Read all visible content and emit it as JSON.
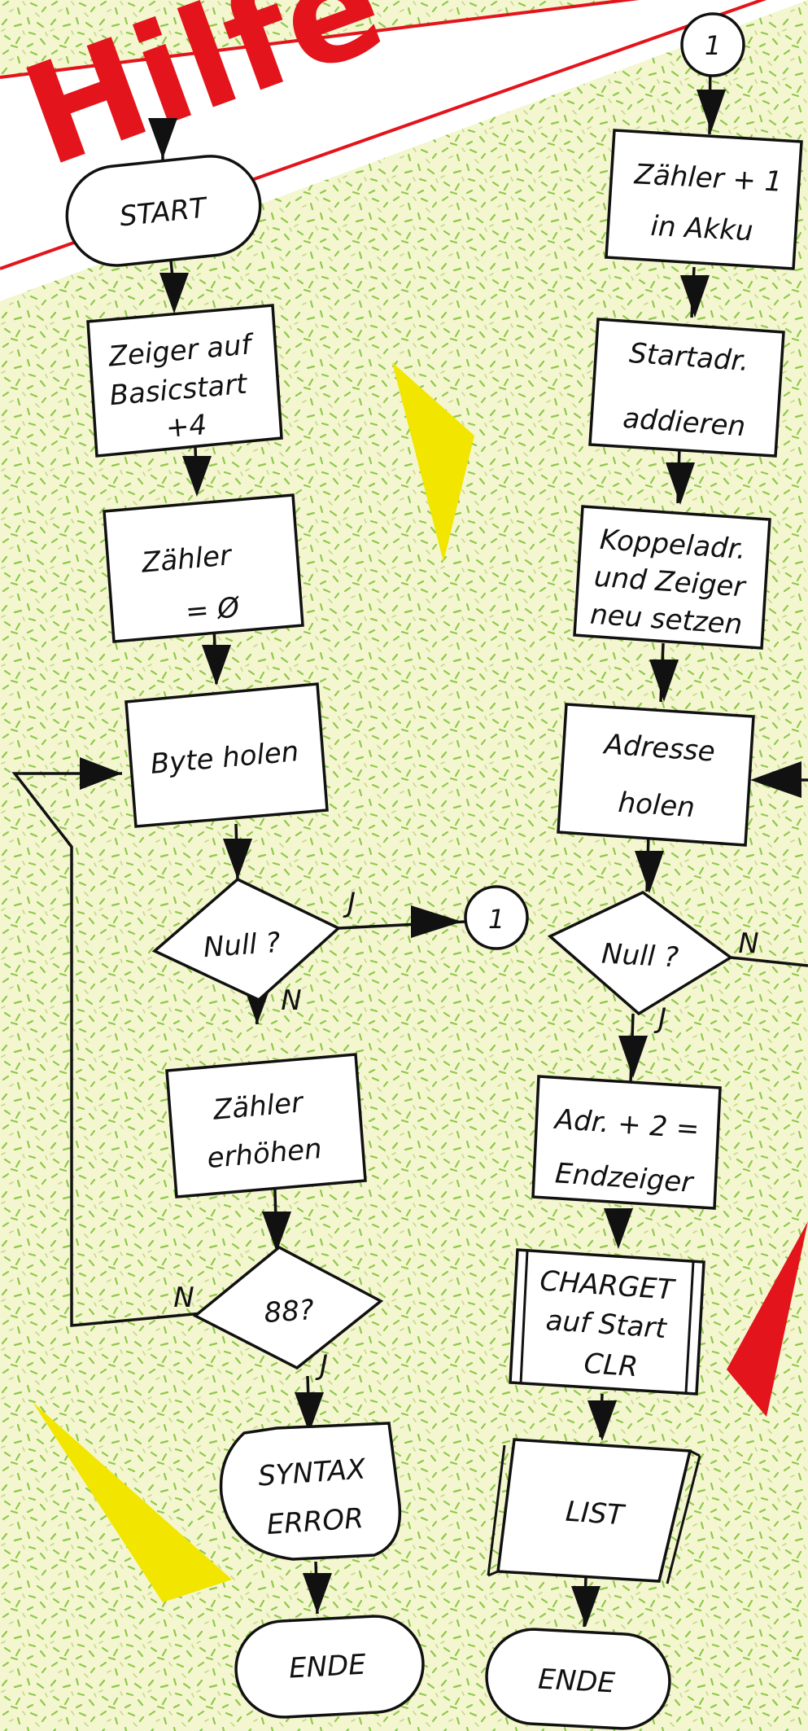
{
  "banner": {
    "title": "Hilfe"
  },
  "colors": {
    "banner_red": "#e3141b",
    "accent_yellow": "#f2e500",
    "accent_red": "#e3141b",
    "speckle_green": "#8fc84a",
    "background": "#f3f6cf"
  },
  "flowchart_left": {
    "start": "START",
    "pointer_init": [
      "Zeiger auf",
      "Basicstart",
      "+4"
    ],
    "counter_init": [
      "Zähler",
      "= Ø"
    ],
    "fetch_byte": "Byte holen",
    "decision_null": "Null ?",
    "decision_null_yes": "J",
    "decision_null_no": "N",
    "connector_out": "1",
    "counter_inc": [
      "Zähler",
      "erhöhen"
    ],
    "decision_88": "88?",
    "decision_88_no": "N",
    "decision_88_yes": "J",
    "syntax_error": [
      "SYNTAX",
      "ERROR"
    ],
    "end": "ENDE"
  },
  "flowchart_right": {
    "connector_in": "1",
    "counter_to_akku": [
      "Zähler + 1",
      "in Akku"
    ],
    "add_start": [
      "Startadr.",
      "addieren"
    ],
    "set_link": [
      "Koppeladr.",
      "und Zeiger",
      "neu setzen"
    ],
    "fetch_address": [
      "Adresse",
      "holen"
    ],
    "decision_null": "Null ?",
    "decision_null_no": "N",
    "decision_null_yes": "J",
    "end_pointer": [
      "Adr. + 2 =",
      "Endzeiger"
    ],
    "chrget": [
      "CHARGET",
      "auf Start",
      "CLR"
    ],
    "list": "LIST",
    "end": "ENDE"
  }
}
